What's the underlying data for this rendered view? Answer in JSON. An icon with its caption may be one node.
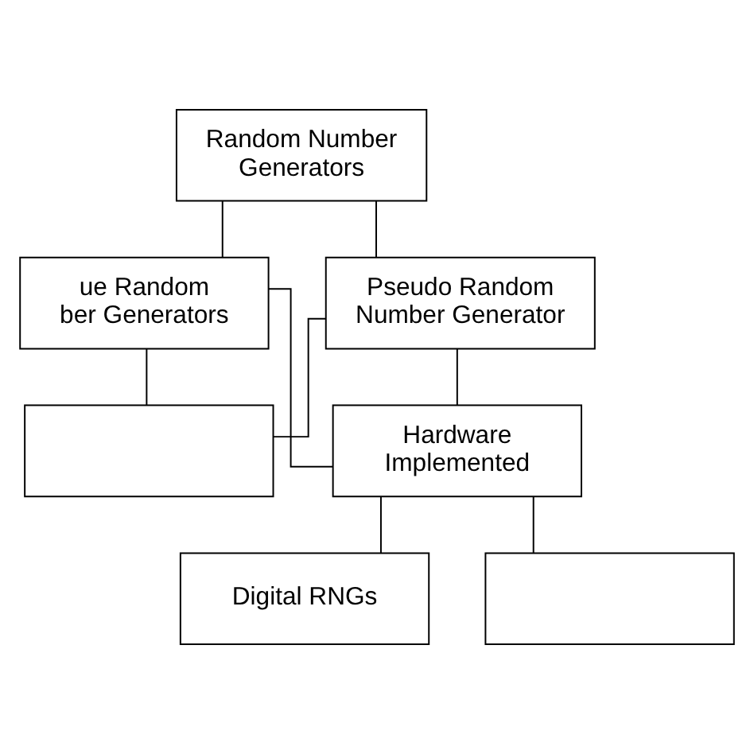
{
  "diagram": {
    "nodes": [
      {
        "text": [
          "Random Number Generators"
        ]
      },
      {
        "text": [
          "ue Random ber Generators"
        ]
      },
      {
        "text": [
          "Pseudo Random Number Generator"
        ]
      },
      {
        "text": [],
        "shape": "box"
      },
      {
        "text": [
          "Hardware Implemented"
        ]
      },
      {
        "text": [
          "Digital RNGs"
        ]
      },
      {
        "text": [],
        "shape": "box"
      }
    ],
    "edges": [
      {
        "from": 0,
        "to": 1,
        "arrow": "none"
      },
      {
        "from": 0,
        "to": 2,
        "arrow": "none"
      },
      {
        "from": 1,
        "to": 3,
        "arrow": "none"
      },
      {
        "from": 1,
        "to": 4,
        "arrow": "none"
      },
      {
        "from": 2,
        "to": 3,
        "arrow": "none"
      },
      {
        "from": 2,
        "to": 4,
        "arrow": "none"
      },
      {
        "from": 4,
        "to": 5,
        "arrow": "none"
      },
      {
        "from": 4,
        "to": 6,
        "arrow": "none"
      }
    ]
  }
}
